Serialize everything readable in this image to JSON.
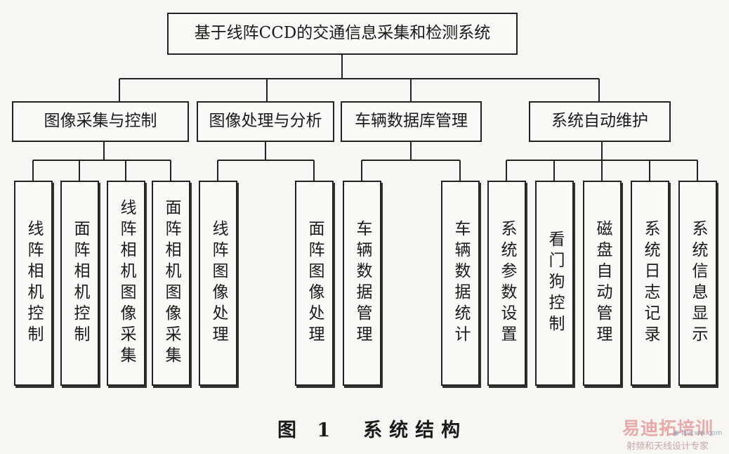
{
  "root": "基于线阵CCD的交通信息采集和检测系统",
  "modules": [
    {
      "label": "图像采集与控制",
      "children": [
        "线阵相机控制",
        "面阵相机控制",
        "线阵相机图像采集",
        "面阵相机图像采集"
      ]
    },
    {
      "label": "图像处理与分析",
      "children": [
        "线阵图像处理",
        "面阵图像处理"
      ]
    },
    {
      "label": "车辆数据库管理",
      "children": [
        "车辆数据管理",
        "车辆数据统计"
      ]
    },
    {
      "label": "系统自动维护",
      "children": [
        "系统参数设置",
        "看门狗控制",
        "磁盘自动管理",
        "系统日志记录",
        "系统信息显示"
      ]
    }
  ],
  "caption": "图 1　系统结构",
  "watermark": {
    "title": "易迪拓培训",
    "subtitle": "射频和天线设计专家"
  },
  "colors": {
    "line": "#222222",
    "box_fill": "#fbfaf7",
    "watermark": "#e7a9aa"
  }
}
